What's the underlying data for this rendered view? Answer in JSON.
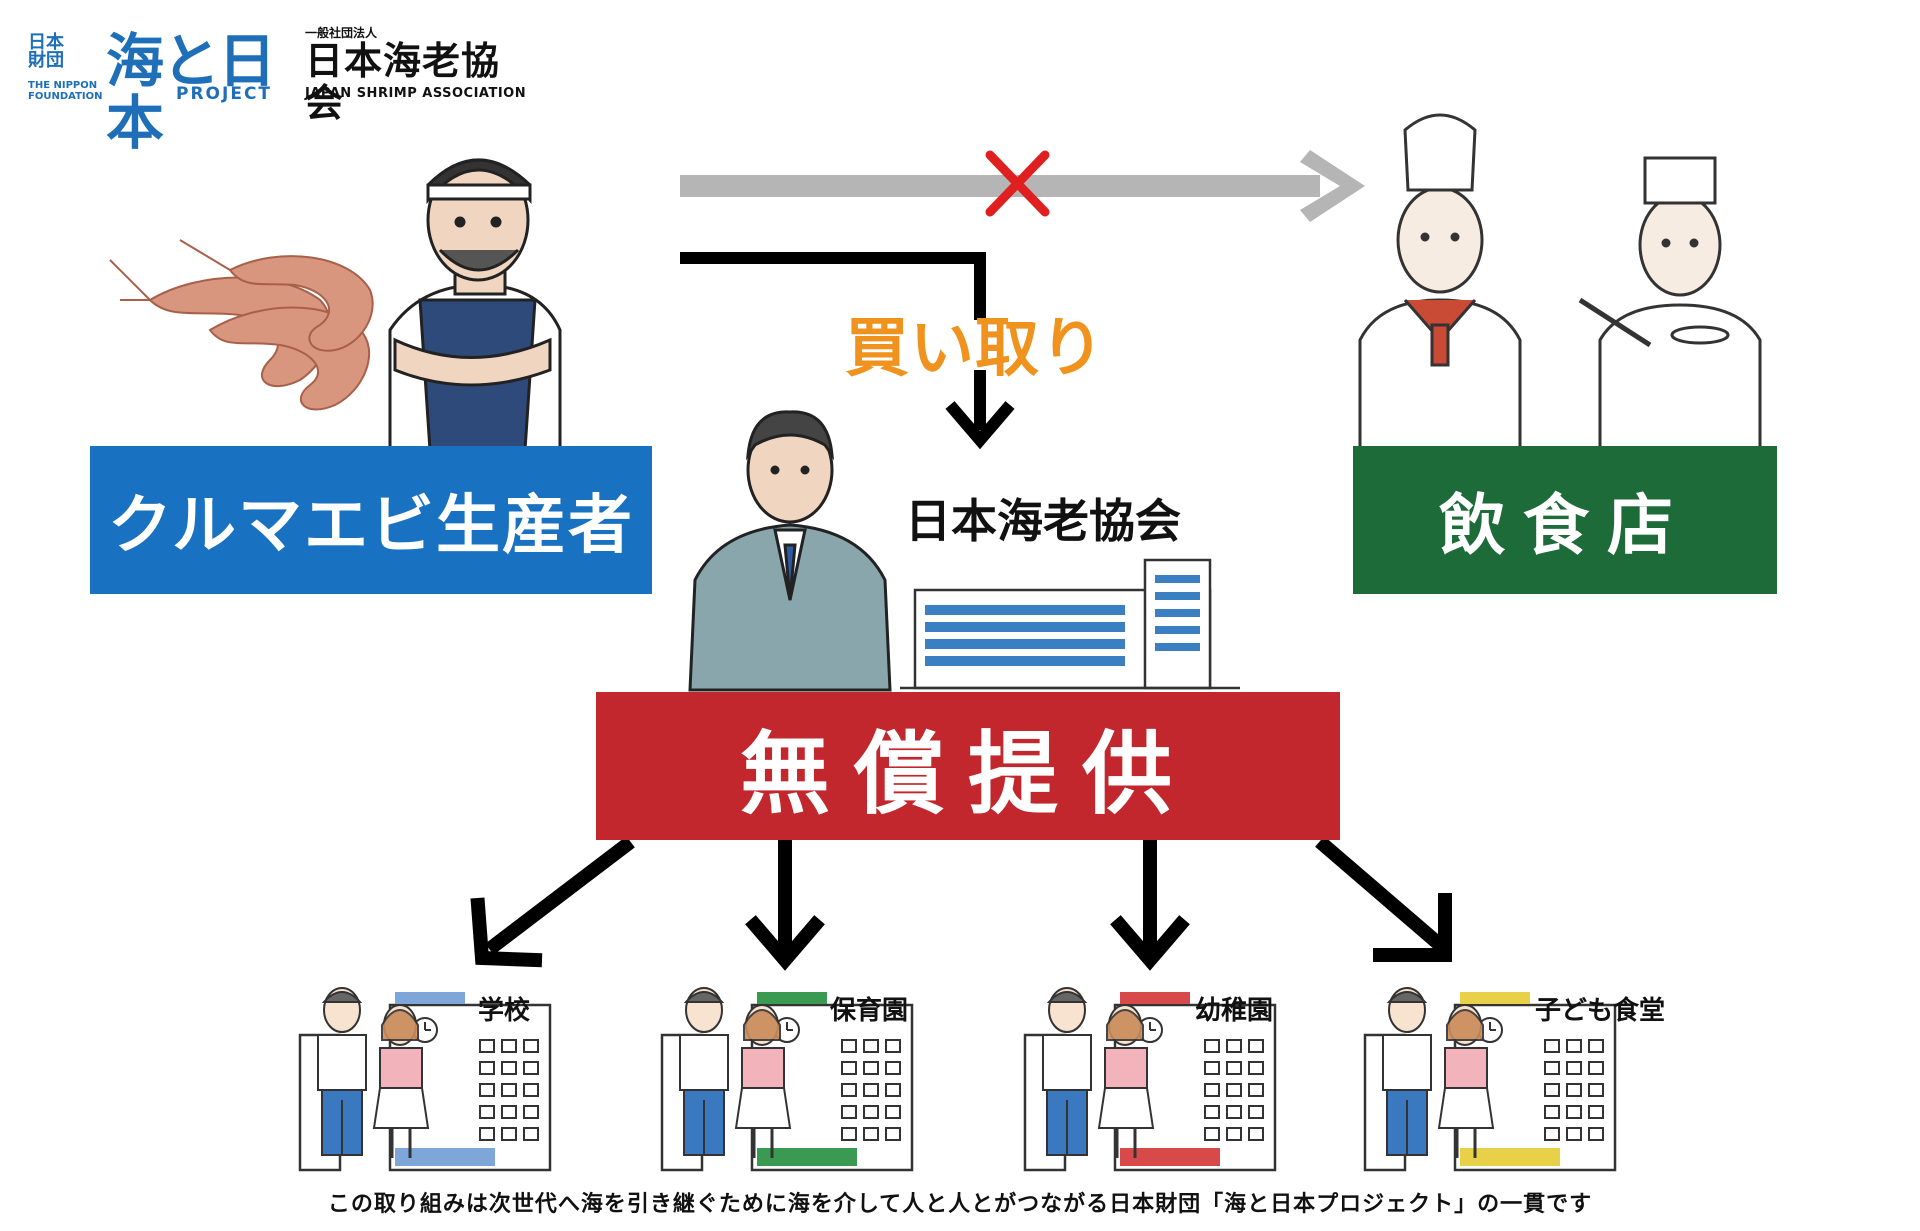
{
  "logos": {
    "nippon_kanji": "日本\n財団",
    "nippon_en": "THE NIPPON FOUNDATION",
    "umi": "海と日本",
    "project": "PROJECT",
    "jsa_small": "一般社団法人",
    "jsa_name": "日本海老協会",
    "jsa_en": "JAPAN SHRIMP ASSOCIATION"
  },
  "producer_label": "クルマエビ生産者",
  "restaurant_label": "飲食店",
  "purchase_label": "買い取り",
  "association_label": "日本海老協会",
  "free_provision_label": "無償提供",
  "destinations": [
    "学校",
    "保育園",
    "幼稚園",
    "子ども食堂"
  ],
  "footer_text": "この取り組みは次世代へ海を引き継ぐために海を介して人と人とがつながる日本財団「海と日本プロジェクト」の一貫です",
  "colors": {
    "producer_box": "#1871c1",
    "restaurant_box": "#1e6b3a",
    "free_box": "#c1272d",
    "purchase_text": "#f0931e",
    "blocked_arrow": "#b5b5b5",
    "blocked_mark": "#e02020",
    "school_accent": "#7ea6d8",
    "nursery_accent": "#3a9a52",
    "kindergarten_accent": "#d84a4a",
    "cafeteria_accent": "#e8d048"
  }
}
